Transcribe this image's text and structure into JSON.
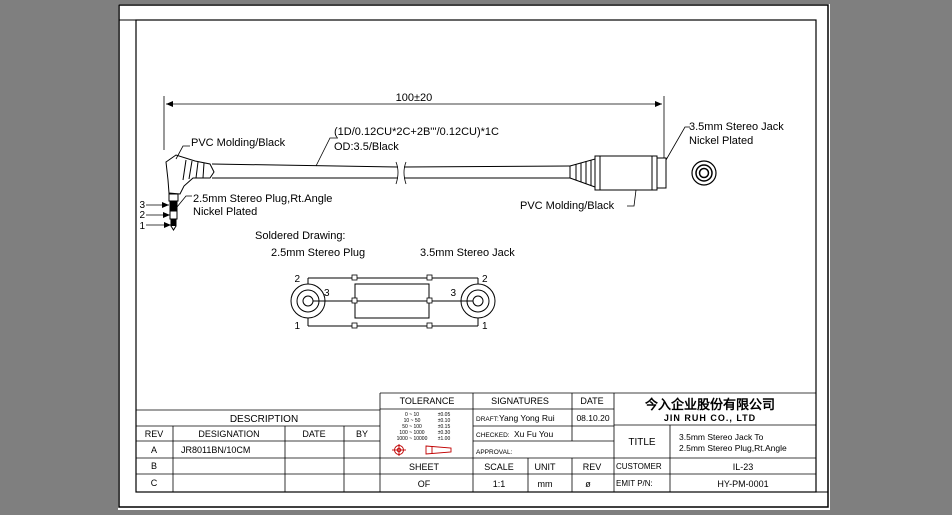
{
  "dimension": {
    "length": "100±20"
  },
  "callouts": {
    "cable_spec_1": "(1D/0.12CU*2C+2B'''/0.12CU)*1C",
    "cable_spec_2": "OD:3.5/Black",
    "molding_left": "PVC Molding/Black",
    "plug_1": "2.5mm Stereo Plug,Rt.Angle",
    "plug_2": "Nickel Plated",
    "jack_1": "3.5mm Stereo Jack",
    "jack_2": "Nickel Plated",
    "molding_right": "PVC Molding/Black",
    "pin_3": "3",
    "pin_2": "2",
    "pin_1": "1"
  },
  "solder": {
    "heading": "Soldered Drawing:",
    "left_label": "2.5mm  Stereo  Plug",
    "right_label": "3.5mm  Stereo  Jack",
    "left_pin_2": "2",
    "left_pin_3": "3",
    "left_pin_1": "1",
    "right_pin_2": "2",
    "right_pin_3": "3",
    "right_pin_1": "1"
  },
  "revision_table": {
    "title": "DESCRIPTION",
    "headers": [
      "REV",
      "DESIGNATION",
      "DATE",
      "BY"
    ],
    "rows": [
      {
        "rev": "A",
        "designation": "JR8011BN/10CM",
        "date": "",
        "by": ""
      },
      {
        "rev": "B",
        "designation": "",
        "date": "",
        "by": ""
      },
      {
        "rev": "C",
        "designation": "",
        "date": "",
        "by": ""
      }
    ]
  },
  "title_block": {
    "tolerance_header": "TOLERANCE",
    "tolerance_rows": [
      {
        "range": "0 ~ 10",
        "value": "±0.05"
      },
      {
        "range": "10 ~ 50",
        "value": "±0.10"
      },
      {
        "range": "50 ~ 100",
        "value": "±0.15"
      },
      {
        "range": "100 ~ 1000",
        "value": "±0.30"
      },
      {
        "range": "1000 ~ 10000",
        "value": "±1.00"
      }
    ],
    "signatures_header": "SIGNATURES",
    "date_header": "DATE",
    "draft_label": "DRAFT:",
    "draft_name": "Yang Yong Rui",
    "draft_date": "08.10.20",
    "checked_label": "CHECKED:",
    "checked_name": "Xu Fu You",
    "approval_label": "APPROVAL:",
    "company_cn": "今入企业股份有限公司",
    "company_en": "JIN RUH CO., LTD",
    "title_label": "TITLE",
    "title_line1": "3.5mm Stereo Jack To",
    "title_line2": "2.5mm Stereo Plug,Rt.Angle",
    "customer_label": "CUSTOMER",
    "customer_value": "IL-23",
    "emit_label": "EMIT P/N:",
    "emit_value": "HY-PM-0001",
    "sheet_label": "SHEET",
    "sheet_value": "OF",
    "scale_label": "SCALE",
    "scale_value": "1:1",
    "unit_label": "UNIT",
    "unit_value": "mm",
    "rev_label": "REV",
    "rev_value": "ø"
  }
}
